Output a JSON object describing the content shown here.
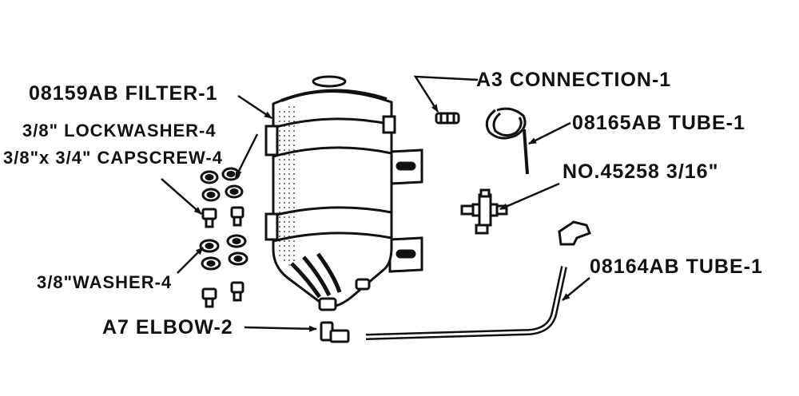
{
  "labels": {
    "filter": "08159AB FILTER-1",
    "lockwasher": "3/8\" LOCKWASHER-4",
    "capscrew": "3/8\"x 3/4\" CAPSCREW-4",
    "washer": "3/8\"WASHER-4",
    "elbow": "A7 ELBOW-2",
    "connection": "A3 CONNECTION-1",
    "tube_upper": "08165AB TUBE-1",
    "fitting": "NO.45258  3/16\"",
    "tube_lower": "08164AB TUBE-1"
  },
  "colors": {
    "ink": "#111111",
    "paper": "#ffffff"
  }
}
